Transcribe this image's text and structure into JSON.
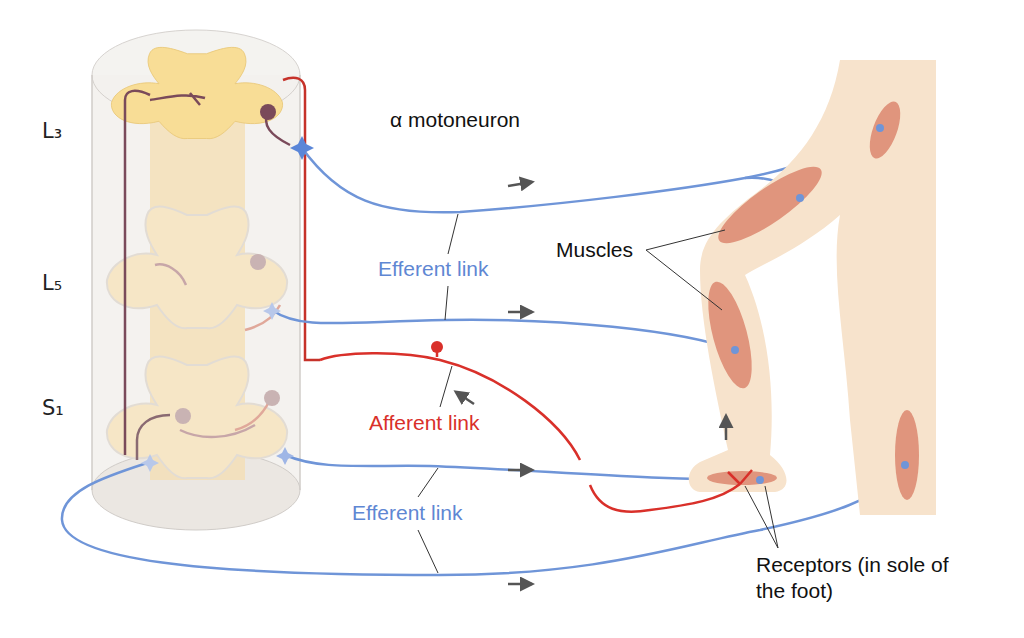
{
  "diagram": {
    "labels": [
      "L₃",
      "L₅",
      "S₁",
      "α motoneuron",
      "Efferent link",
      "Afferent link",
      "Efferent link",
      "Muscles",
      "Receptors (in sole of the foot)"
    ]
  }
}
